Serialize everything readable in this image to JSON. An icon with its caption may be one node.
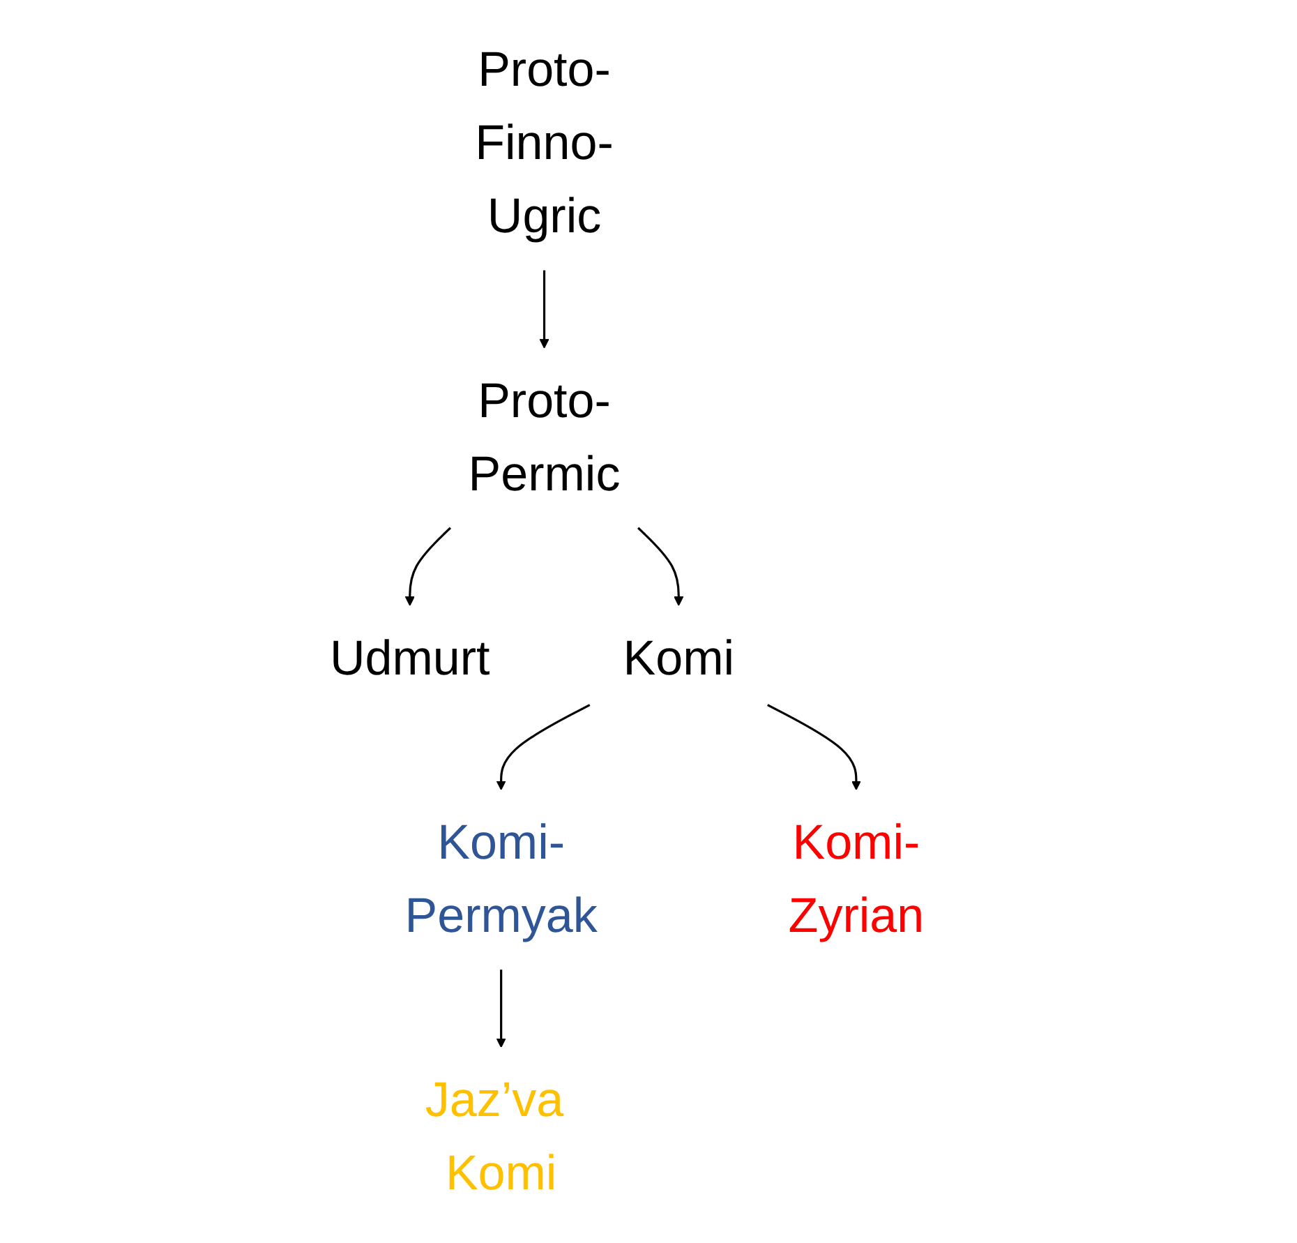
{
  "diagram": {
    "nodes": [
      {
        "text": [
          "Proto-Finno-Ugric"
        ]
      },
      {
        "text": [
          "Proto-Permic"
        ]
      },
      {
        "text": [
          "Udmurt"
        ]
      },
      {
        "text": [
          "Komi"
        ]
      },
      {
        "text": [
          "Komi-Permyak"
        ]
      },
      {
        "text": [
          "Komi-Zyrian"
        ]
      },
      {
        "text": [
          "Jaz’va Komi"
        ]
      }
    ],
    "edges": [
      {
        "from": 0,
        "to": 1,
        "arrow": "to"
      },
      {
        "from": 1,
        "to": 2,
        "arrow": "to"
      },
      {
        "from": 1,
        "to": 3,
        "arrow": "to"
      },
      {
        "from": 3,
        "to": 4,
        "arrow": "to"
      },
      {
        "from": 3,
        "to": 5,
        "arrow": "to"
      },
      {
        "from": 4,
        "to": 6,
        "arrow": "to"
      }
    ]
  }
}
